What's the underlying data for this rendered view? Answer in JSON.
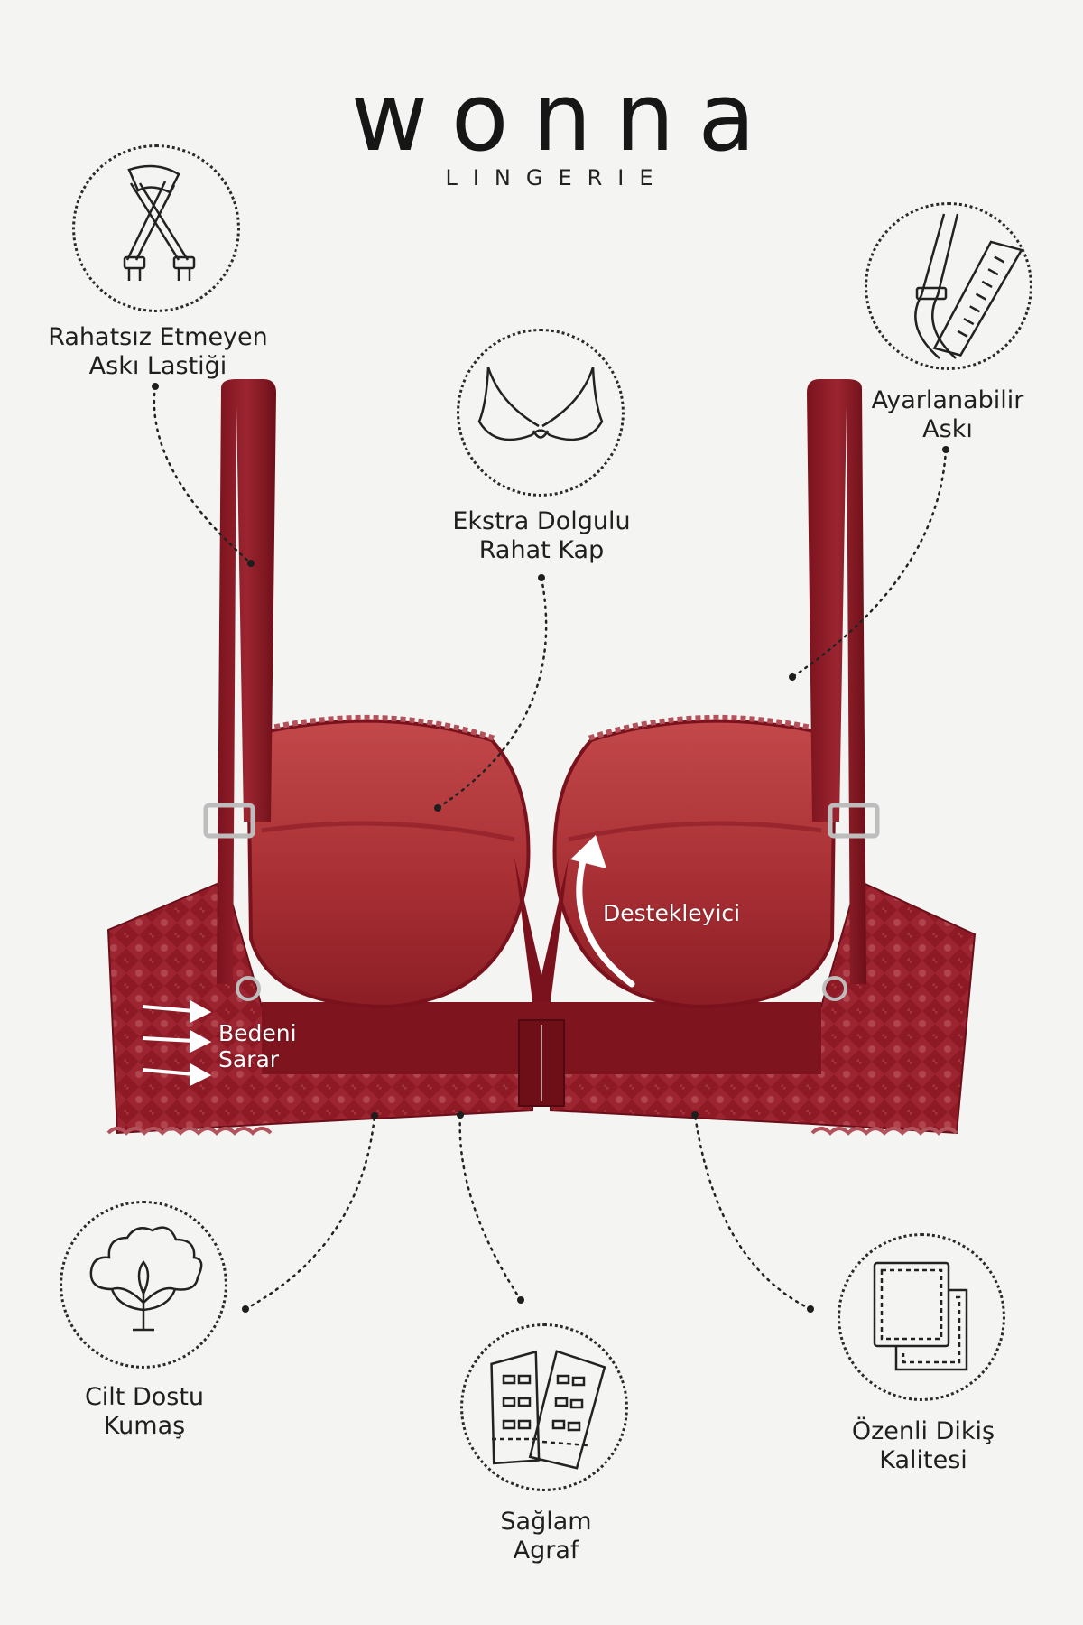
{
  "brand": {
    "name": "wonna",
    "subtitle": "LINGERIE"
  },
  "features": [
    {
      "id": "strap-elastic",
      "label_lines": [
        "Rahatsız Etmeyen",
        "Askı Lastiği"
      ],
      "icon": "strap-icon"
    },
    {
      "id": "padded-cup",
      "label_lines": [
        "Ekstra Dolgulu",
        "Rahat Kap"
      ],
      "icon": "bra-cup-icon"
    },
    {
      "id": "adjustable-strap",
      "label_lines": [
        "Ayarlanabilir",
        "Askı"
      ],
      "icon": "ruler-strap-icon"
    },
    {
      "id": "skin-fabric",
      "label_lines": [
        "Cilt Dostu",
        "Kumaş"
      ],
      "icon": "cotton-icon"
    },
    {
      "id": "hook-clasp",
      "label_lines": [
        "Sağlam",
        "Agraf"
      ],
      "icon": "hook-clasp-icon"
    },
    {
      "id": "stitching",
      "label_lines": [
        "Özenli Dikiş",
        "Kalitesi"
      ],
      "icon": "stitched-patch-icon"
    }
  ],
  "overlay": {
    "support": "Destekleyici",
    "wrap_lines": [
      "Bedeni",
      "Sarar"
    ]
  },
  "colors": {
    "fabric": "#8e1a26",
    "fabric_dark": "#6a0f19",
    "cup": "#b63a3e",
    "background": "#f4f4f3"
  }
}
